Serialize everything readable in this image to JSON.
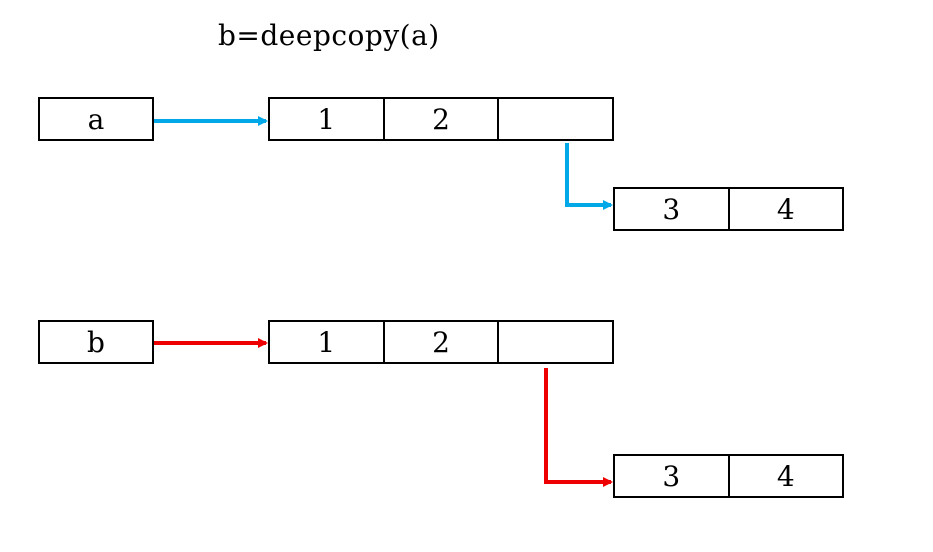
{
  "title": "b=deepcopy(a)",
  "colors": {
    "a_arrows": "#00a8e8",
    "b_arrows": "#ee0000"
  },
  "a_group": {
    "var_label": "a",
    "outer_list": [
      "1",
      "2",
      ""
    ],
    "inner_list": [
      "3",
      "4"
    ]
  },
  "b_group": {
    "var_label": "b",
    "outer_list": [
      "1",
      "2",
      ""
    ],
    "inner_list": [
      "3",
      "4"
    ]
  }
}
